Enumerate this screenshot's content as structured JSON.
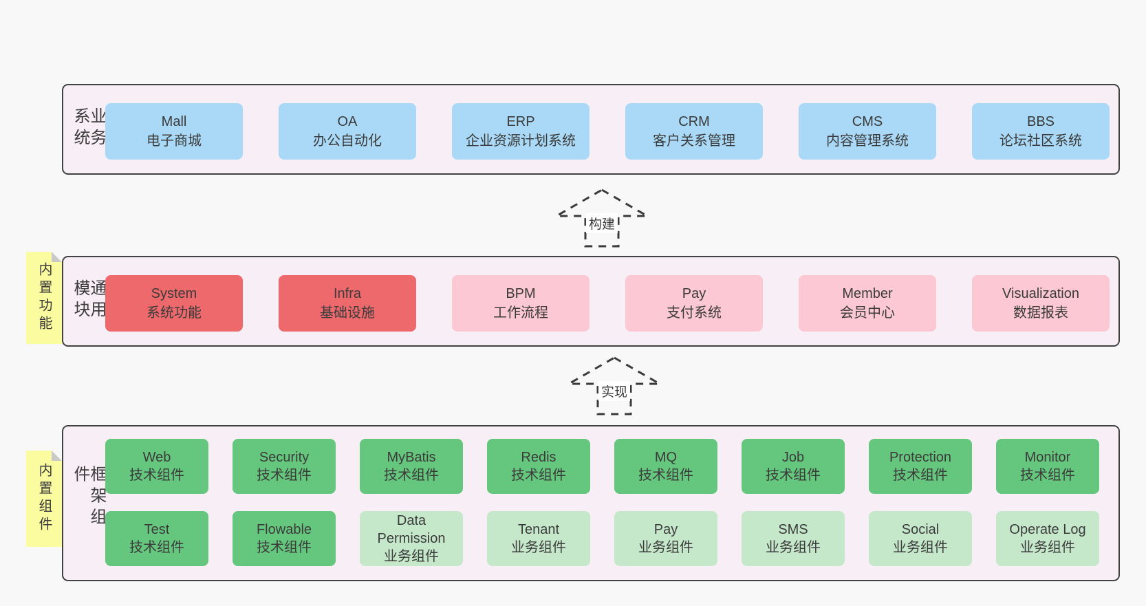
{
  "colors": {
    "page-bg": "#f8f8f8",
    "panel-bg": "#f8eef6",
    "panel-border": "#424242",
    "box-blue": "#a9d9f6",
    "box-red": "#ee696c",
    "box-pink": "#fbc8d3",
    "box-green": "#65c77d",
    "box-light-green": "#c5e8cb",
    "note-bg": "#fbfba0",
    "note-fold": "#c9c9c9",
    "text": "#3b3b3b",
    "arrow": "#3a3a3a",
    "arrow-label-bg": "#ffffff"
  },
  "notes": [
    {
      "label": "内置功能"
    },
    {
      "label": "内置组件"
    }
  ],
  "arrows": [
    {
      "label": "构建"
    },
    {
      "label": "实现"
    }
  ],
  "layers": [
    {
      "label": "业务系统",
      "boxes": [
        {
          "name": "Mall",
          "desc": "电子商城",
          "type": "blue"
        },
        {
          "name": "OA",
          "desc": "办公自动化",
          "type": "blue"
        },
        {
          "name": "ERP",
          "desc": "企业资源计划系统",
          "type": "blue"
        },
        {
          "name": "CRM",
          "desc": "客户关系管理",
          "type": "blue"
        },
        {
          "name": "CMS",
          "desc": "内容管理系统",
          "type": "blue"
        },
        {
          "name": "BBS",
          "desc": "论坛社区系统",
          "type": "blue"
        }
      ]
    },
    {
      "label": "通用模块",
      "boxes": [
        {
          "name": "System",
          "desc": "系统功能",
          "type": "red"
        },
        {
          "name": "Infra",
          "desc": "基础设施",
          "type": "red"
        },
        {
          "name": "BPM",
          "desc": "工作流程",
          "type": "pink"
        },
        {
          "name": "Pay",
          "desc": "支付系统",
          "type": "pink"
        },
        {
          "name": "Member",
          "desc": "会员中心",
          "type": "pink"
        },
        {
          "name": "Visualization",
          "desc": "数据报表",
          "type": "pink"
        }
      ]
    },
    {
      "label": "框架组件",
      "rows": [
        {
          "boxes": [
            {
              "name": "Web",
              "desc": "技术组件",
              "type": "green"
            },
            {
              "name": "Security",
              "desc": "技术组件",
              "type": "green"
            },
            {
              "name": "MyBatis",
              "desc": "技术组件",
              "type": "green"
            },
            {
              "name": "Redis",
              "desc": "技术组件",
              "type": "green"
            },
            {
              "name": "MQ",
              "desc": "技术组件",
              "type": "green"
            },
            {
              "name": "Job",
              "desc": "技术组件",
              "type": "green"
            },
            {
              "name": "Protection",
              "desc": "技术组件",
              "type": "green"
            },
            {
              "name": "Monitor",
              "desc": "技术组件",
              "type": "green"
            }
          ]
        },
        {
          "boxes": [
            {
              "name": "Test",
              "desc": "技术组件",
              "type": "green"
            },
            {
              "name": "Flowable",
              "desc": "技术组件",
              "type": "green"
            },
            {
              "name": "Data Permission",
              "desc": "业务组件",
              "type": "light-green"
            },
            {
              "name": "Tenant",
              "desc": "业务组件",
              "type": "light-green"
            },
            {
              "name": "Pay",
              "desc": "业务组件",
              "type": "light-green"
            },
            {
              "name": "SMS",
              "desc": "业务组件",
              "type": "light-green"
            },
            {
              "name": "Social",
              "desc": "业务组件",
              "type": "light-green"
            },
            {
              "name": "Operate Log",
              "desc": "业务组件",
              "type": "light-green"
            }
          ]
        }
      ]
    }
  ]
}
